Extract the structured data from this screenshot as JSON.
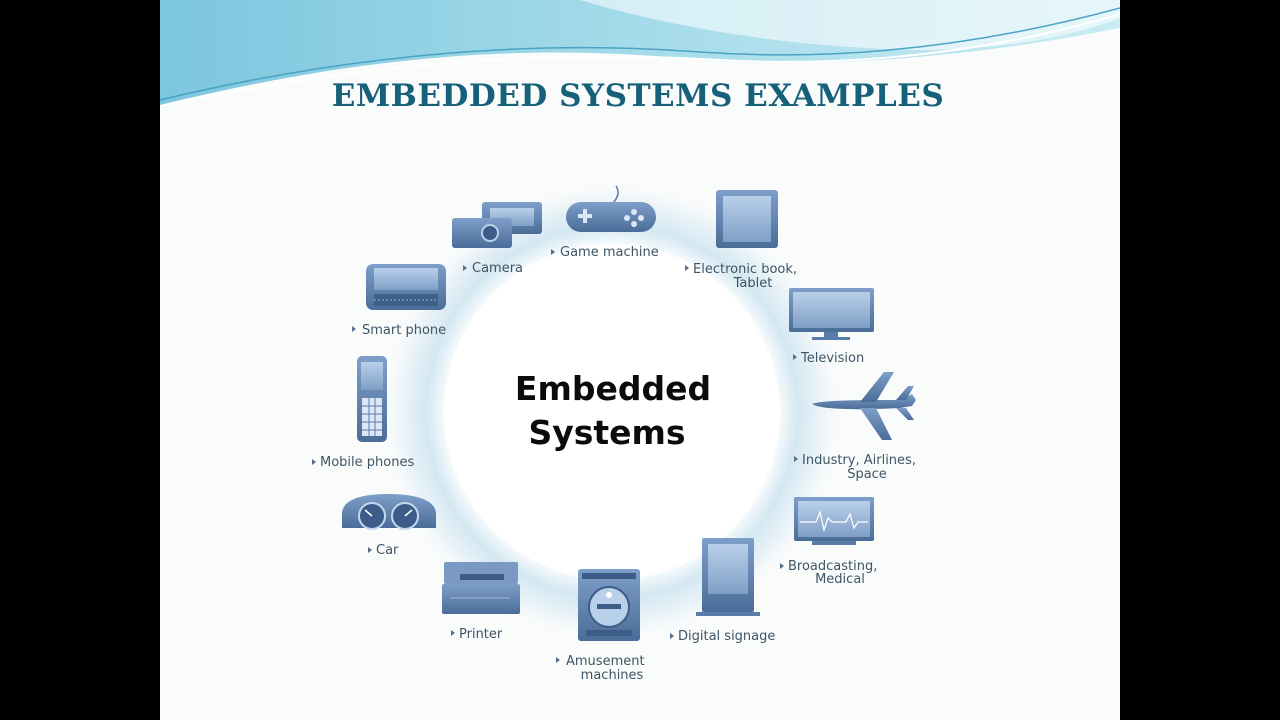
{
  "slide": {
    "title": "EMBEDDED SYSTEMS EXAMPLES",
    "center": {
      "line1": "Embedded",
      "line2": "Systems"
    }
  },
  "items": {
    "camera": "Camera",
    "game": "Game machine",
    "ebook1": "Electronic book,",
    "ebook2": "Tablet",
    "smartphone": "Smart phone",
    "tv": "Television",
    "mobile": "Mobile phones",
    "industry1": "Industry, Airlines,",
    "industry2": "Space",
    "car": "Car",
    "broadcast1": "Broadcasting,",
    "broadcast2": "Medical",
    "printer": "Printer",
    "signage": "Digital signage",
    "amuse1": "Amusement",
    "amuse2": "machines"
  },
  "colors": {
    "title": "#17607a",
    "icon": "#5a7ca8",
    "label": "#3e5566",
    "wave": "#8fd0e4"
  },
  "icons": [
    "camera-icon",
    "game-controller-icon",
    "tablet-icon",
    "smartphone-icon",
    "television-icon",
    "mobile-phone-icon",
    "airplane-icon",
    "car-dashboard-icon",
    "medical-monitor-icon",
    "printer-icon",
    "digital-signage-icon",
    "amusement-machine-icon"
  ]
}
